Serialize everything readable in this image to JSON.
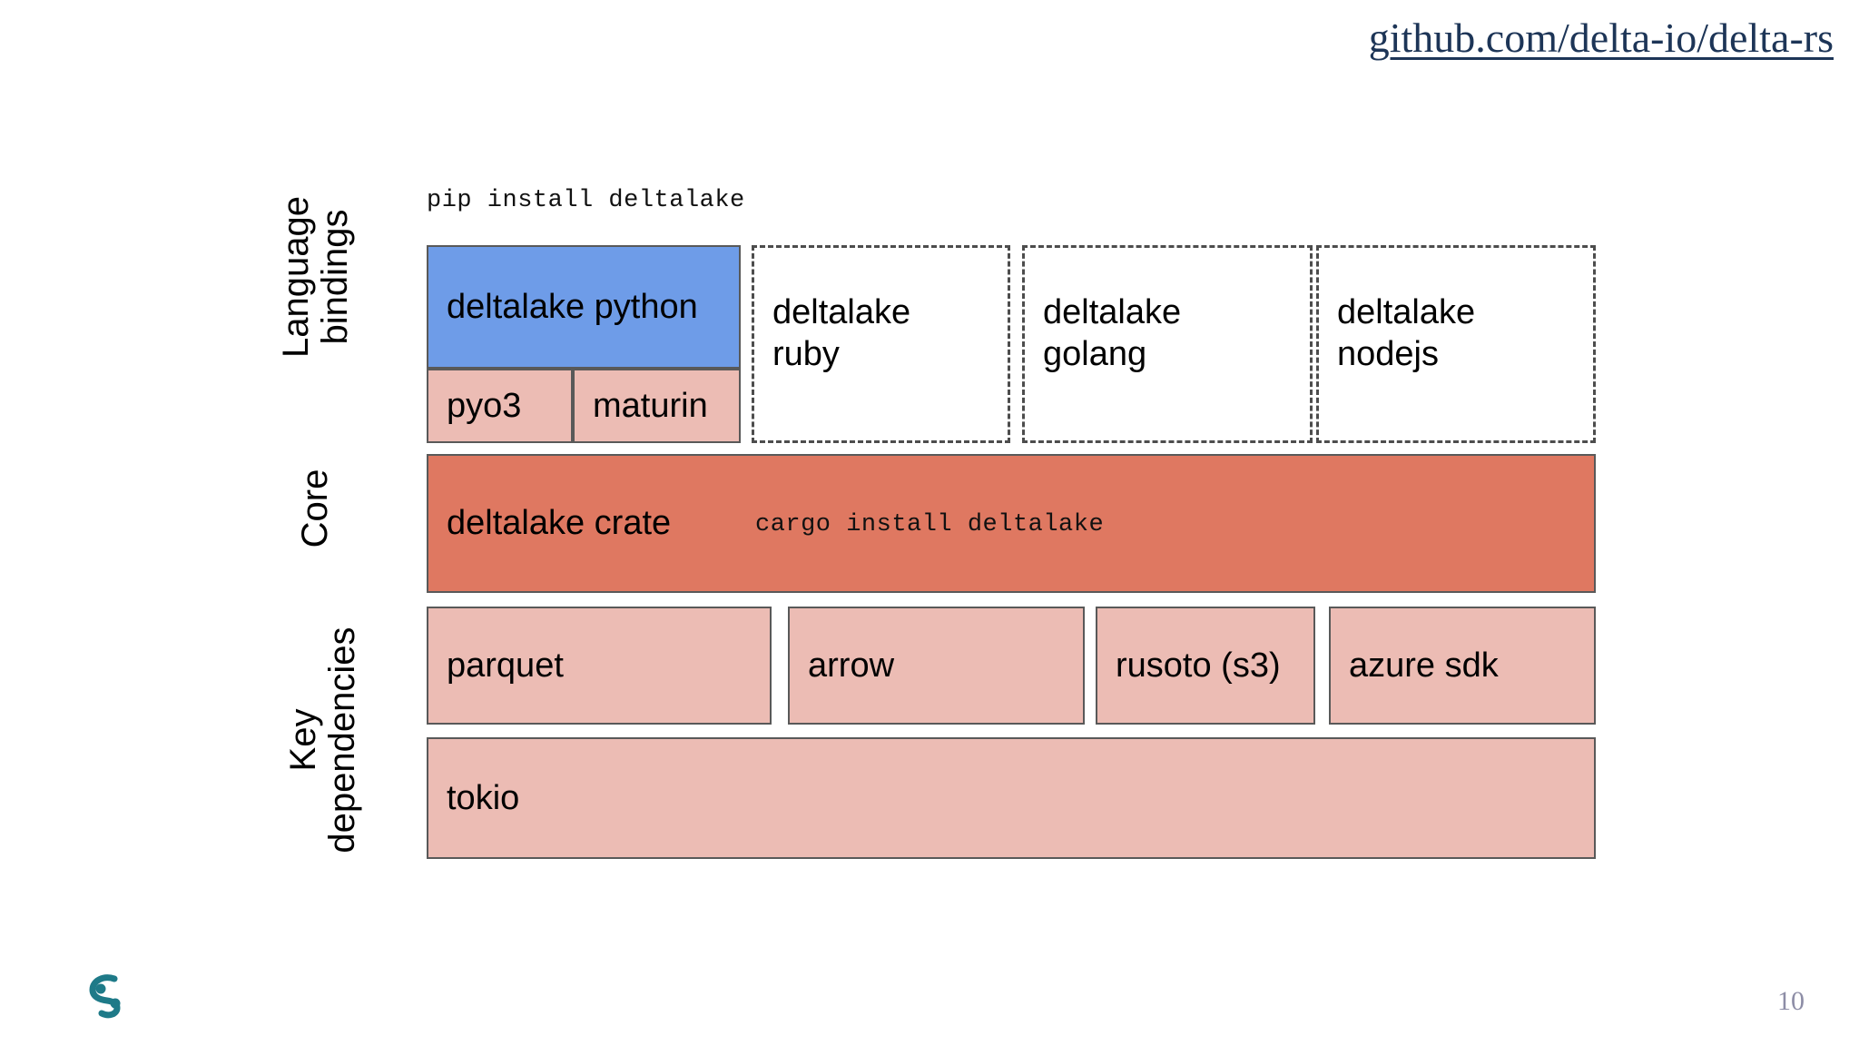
{
  "header": {
    "repo_link": "github.com/delta-io/delta-rs"
  },
  "captions": {
    "pip_install": "pip install deltalake",
    "cargo_install": "cargo install deltalake"
  },
  "row_labels": [
    {
      "name": "language-bindings",
      "text": "Language\nbindings"
    },
    {
      "name": "core",
      "text": "Core"
    },
    {
      "name": "key-dependencies",
      "text": "Key\ndependencies"
    }
  ],
  "language_bindings": {
    "python": {
      "label": "deltalake python",
      "style": "solid-blue"
    },
    "python_sub": [
      {
        "label": "pyo3",
        "style": "solid-pink"
      },
      {
        "label": "maturin",
        "style": "solid-pink"
      }
    ],
    "planned": [
      {
        "label": "deltalake\nruby",
        "style": "dashed"
      },
      {
        "label": "deltalake\ngolang",
        "style": "dashed"
      },
      {
        "label": "deltalake\nnodejs",
        "style": "dashed"
      }
    ]
  },
  "core": {
    "crate": {
      "label": "deltalake crate",
      "style": "solid-salmon"
    }
  },
  "dependencies": {
    "row1": [
      {
        "label": "parquet",
        "style": "solid-pink"
      },
      {
        "label": "arrow",
        "style": "solid-pink"
      },
      {
        "label": "rusoto (s3)",
        "style": "solid-pink"
      },
      {
        "label": "azure sdk",
        "style": "solid-pink"
      }
    ],
    "row2": [
      {
        "label": "tokio",
        "style": "solid-pink"
      }
    ]
  },
  "footer": {
    "page_number": "10",
    "logo_name": "scribd-logo"
  },
  "colors": {
    "blue": "#6e9ce8",
    "pink": "#ecbcb4",
    "salmon": "#df7861",
    "border": "#595959",
    "dashed_border": "#4d4d4d",
    "link": "#1d3557",
    "logo_teal": "#1e7a88",
    "page_number": "#8d8da6"
  }
}
